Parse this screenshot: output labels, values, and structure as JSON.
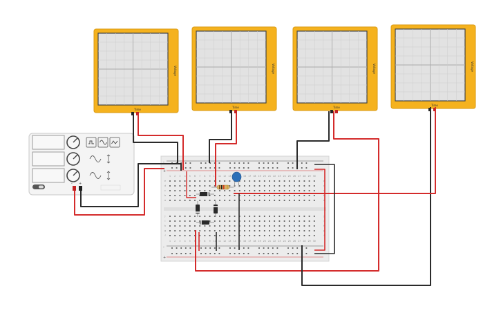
{
  "oscilloscopes": [
    {
      "axis_label": "Voltage",
      "time_label": "Time"
    },
    {
      "axis_label": "Voltage",
      "time_label": "Time"
    },
    {
      "axis_label": "Voltage",
      "time_label": "Time"
    },
    {
      "axis_label": "Voltage",
      "time_label": "Time"
    }
  ],
  "function_generator": {
    "waveforms": [
      "square",
      "sine",
      "triangle"
    ],
    "minus_label": "-",
    "plus_label": "+"
  },
  "breadboard": {
    "column_numbers": [
      "1",
      "2",
      "3",
      "4",
      "5",
      "6",
      "7",
      "8",
      "9",
      "10",
      "11",
      "12",
      "13",
      "14",
      "15",
      "16",
      "17",
      "18",
      "19",
      "20",
      "21",
      "22",
      "23",
      "24",
      "25",
      "26",
      "27",
      "28",
      "29",
      "30"
    ],
    "row_letters_top": [
      "a",
      "b",
      "c",
      "d",
      "e"
    ],
    "row_letters_bottom": [
      "f",
      "g",
      "h",
      "i",
      "j"
    ],
    "rail_plus": "+",
    "rail_minus": "-"
  },
  "colors": {
    "scope_frame": "#f5b21e",
    "wire_red": "#d42b2b",
    "wire_black": "#2a2a2a",
    "capacitor": "#2c6fb8",
    "screen": "#e2e2e2"
  }
}
